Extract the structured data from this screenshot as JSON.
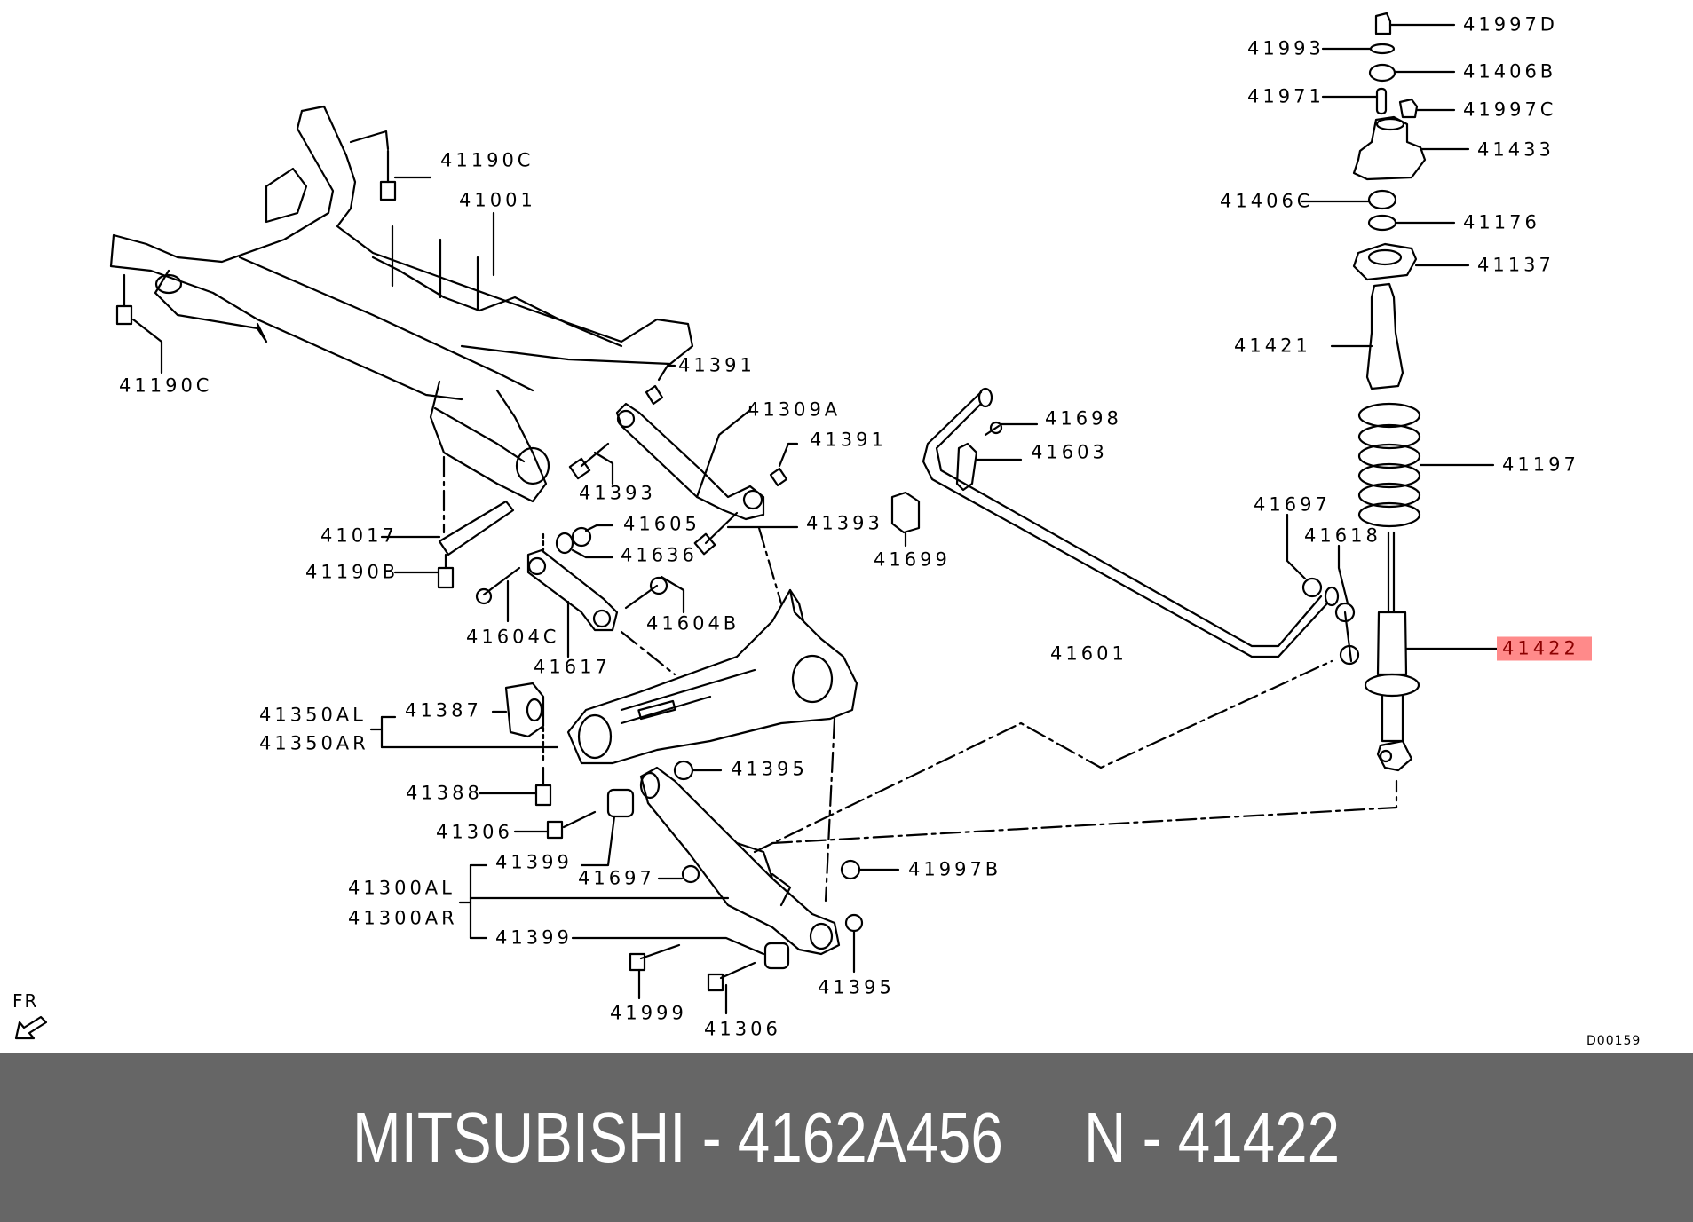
{
  "diagram": {
    "ref_code": "D00159",
    "direction_mark": "FR",
    "highlight_color": "#ff8a8a",
    "highlighted_part": "41422",
    "labels": {
      "p41997D": "41997D",
      "p41993": "41993",
      "p41406B": "41406B",
      "p41971": "41971",
      "p41997C": "41997C",
      "p41433": "41433",
      "p41406C": "41406C",
      "p41176": "41176",
      "p41137": "41137",
      "p41421": "41421",
      "p41197": "41197",
      "p41697a": "41697",
      "p41618": "41618",
      "p41422": "41422",
      "p41698": "41698",
      "p41603": "41603",
      "p41699": "41699",
      "p41601": "41601",
      "p41190Ca": "41190C",
      "p41001": "41001",
      "p41190Cb": "41190C",
      "p41391a": "41391",
      "p41309A": "41309A",
      "p41391b": "41391",
      "p41393a": "41393",
      "p41393b": "41393",
      "p41605": "41605",
      "p41636": "41636",
      "p41017": "41017",
      "p41190B": "41190B",
      "p41604C": "41604C",
      "p41604B": "41604B",
      "p41617": "41617",
      "p41350AL": "41350AL",
      "p41350AR": "41350AR",
      "p41387": "41387",
      "p41388": "41388",
      "p41306a": "41306",
      "p41395a": "41395",
      "p41399a": "41399",
      "p41697b": "41697",
      "p41300AL": "41300AL",
      "p41300AR": "41300AR",
      "p41997B": "41997B",
      "p41399b": "41399",
      "p41395b": "41395",
      "p41999": "41999",
      "p41306b": "41306"
    }
  },
  "banner": {
    "text": "MITSUBISHI - 4162A456     N - 41422",
    "background": "#666666"
  }
}
